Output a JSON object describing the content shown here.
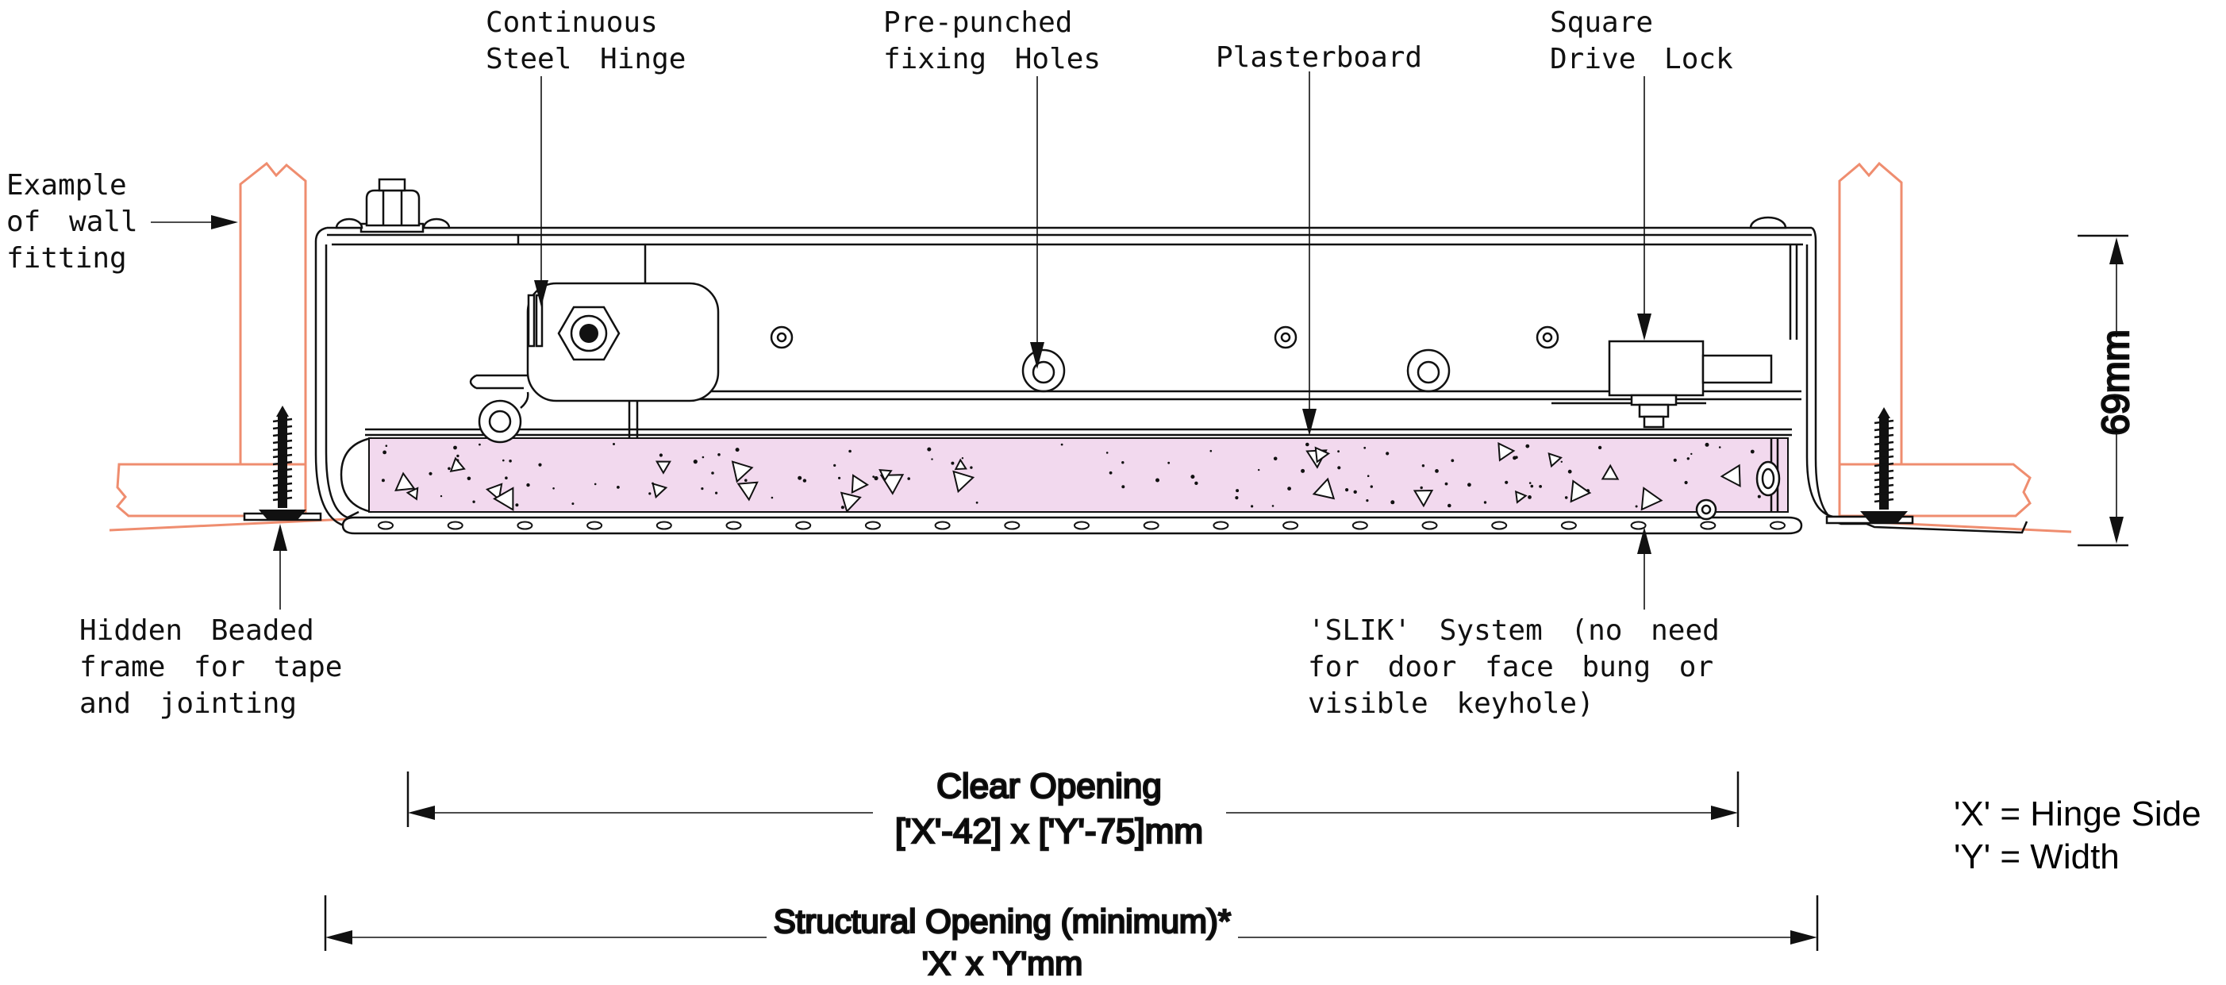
{
  "labels": {
    "wall_fitting": {
      "lines": [
        "Example",
        "of wall",
        "fitting"
      ]
    },
    "hinge": {
      "lines": [
        "Continuous",
        "Steel Hinge"
      ]
    },
    "holes": {
      "lines": [
        "Pre-punched",
        "fixing Holes"
      ]
    },
    "plasterboard": {
      "text": "Plasterboard"
    },
    "lock": {
      "lines": [
        "Square",
        "Drive Lock"
      ]
    },
    "bead": {
      "lines": [
        "Hidden Beaded",
        "frame for tape",
        "and jointing"
      ]
    },
    "slik": {
      "lines": [
        "'SLIK' System (no need",
        "for door face bung or",
        "visible keyhole)"
      ]
    }
  },
  "dimensions": {
    "height": "69mm",
    "clear_opening": {
      "lines": [
        "Clear Opening",
        "['X'-42] x ['Y'-75]mm"
      ]
    },
    "structural_opening": {
      "lines": [
        "Structural Opening (minimum)*",
        "'X' x 'Y'mm"
      ]
    },
    "legend": {
      "lines": [
        "'X' = Hinge Side",
        "'Y' = Width"
      ]
    }
  },
  "colors": {
    "wall-hatch": "#EF8D6F",
    "plasterboard-fill": "#F2D9EE",
    "line": "#111111"
  }
}
